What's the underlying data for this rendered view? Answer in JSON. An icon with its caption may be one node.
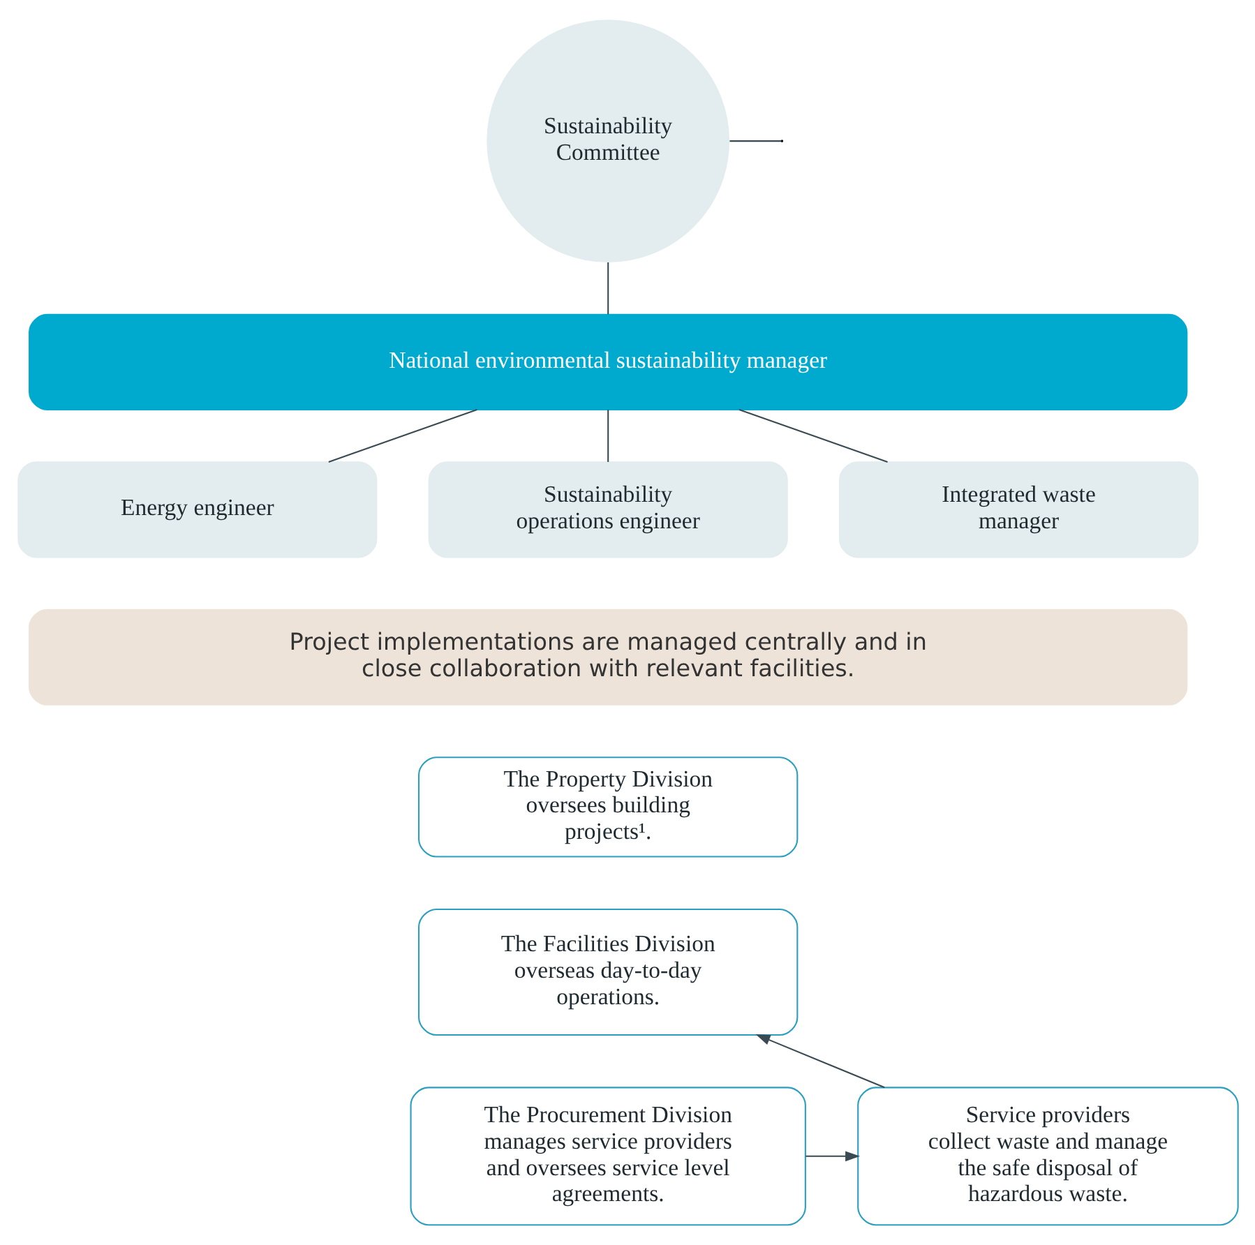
{
  "diagram": {
    "nodes": [
      {
        "text": [
          "Sustainability Committee"
        ]
      },
      {
        "text": [
          "National environmental sustainability manager"
        ]
      },
      {
        "text": [
          "Energy engineer"
        ]
      },
      {
        "text": [
          "Sustainability operations engineer"
        ]
      },
      {
        "text": [
          "Integrated waste manager"
        ]
      },
      {
        "text": [
          "Project implementations are managed centrally and in close collaboration with relevant facilities."
        ]
      },
      {
        "text": [
          "The Property Division oversees building projects¹."
        ]
      },
      {
        "text": [
          "The Facilities Division overseas day-to-day operations."
        ]
      },
      {
        "text": [
          "The Procurement Division manages service providers and oversees service level agreements."
        ]
      },
      {
        "text": [
          "Service providers collect waste and manage the safe disposal of hazardous waste."
        ]
      }
    ],
    "edges": [
      {
        "from": 0,
        "to": 1,
        "arrow": "none"
      },
      {
        "from": 0,
        "to": null,
        "arrow": "none"
      },
      {
        "from": 1,
        "to": 2,
        "arrow": "none"
      },
      {
        "from": 1,
        "to": 3,
        "arrow": "none"
      },
      {
        "from": 1,
        "to": 4,
        "arrow": "none"
      },
      {
        "from": 9,
        "to": 7,
        "arrow": "to"
      },
      {
        "from": 8,
        "to": 9,
        "arrow": "to"
      }
    ]
  }
}
